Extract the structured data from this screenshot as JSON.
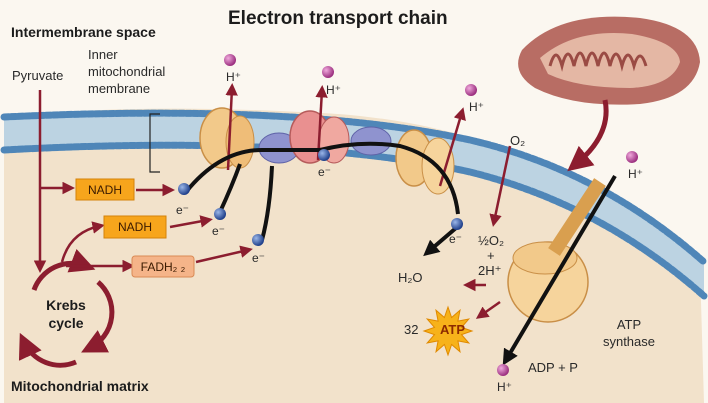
{
  "title": "Electron transport chain",
  "labels": {
    "intermembrane_space": "Intermembrane space",
    "mitochondrial_matrix": "Mitochondrial matrix",
    "pyruvate": "Pyruvate",
    "inner_membrane_1": "Inner",
    "inner_membrane_2": "mitochondrial",
    "inner_membrane_3": "membrane",
    "krebs_1": "Krebs",
    "krebs_2": "cycle",
    "o2": "O₂",
    "half_o2": "½O₂",
    "plus": "+",
    "two_h": "2H⁺",
    "h2o": "H₂O",
    "atp_count": "32",
    "atp": "ATP",
    "atp_synthase_1": "ATP",
    "atp_synthase_2": "synthase",
    "adp_p": "ADP + P",
    "h_plus": "H⁺",
    "e_minus": "e⁻"
  },
  "boxes": {
    "nadh_1": "NADH",
    "nadh_2": "NADH",
    "fadh2": "FADH₂ ₂"
  },
  "colors": {
    "cytoplasm": "#f3e7d4",
    "membrane_head": "#4f86b8",
    "membrane_body": "#bcd3e2",
    "complex": "#f2c98a",
    "complex_pink": "#e99090",
    "ubiquinone": "#8f93cf",
    "arrow": "#8c1d2f",
    "proton": "#b23f93",
    "electron": "#1f3f8a",
    "nadh_box": "#f7a51c",
    "fadh_box": "#f5b489",
    "atp_star": "#f7b21a"
  }
}
